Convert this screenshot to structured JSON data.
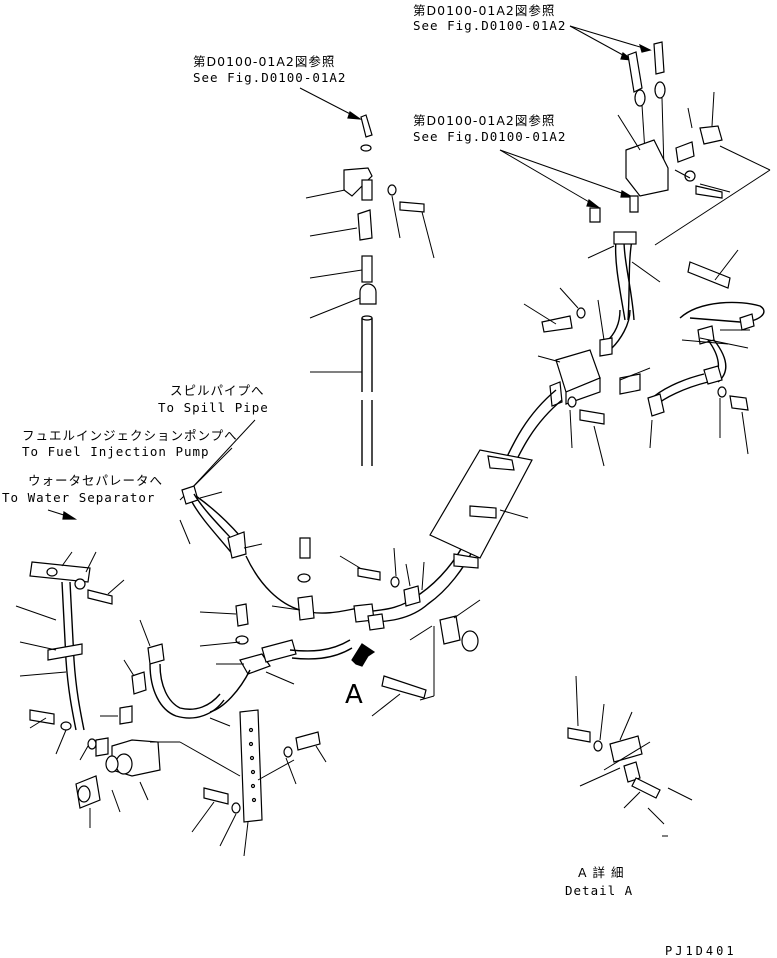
{
  "references": {
    "ref_jp": "第D0100-01A2図参照",
    "ref_en": "See Fig.D0100-01A2"
  },
  "destinations": {
    "spill_jp": "スピルパイプへ",
    "spill_en": "To Spill Pipe",
    "fuel_jp": "フュエルインジェクションポンプへ",
    "fuel_en": "To Fuel Injection Pump",
    "water_jp": "ウォータセパレータへ",
    "water_en": "To Water Separator"
  },
  "view": {
    "arrow_letter": "A",
    "detail_jp": "A 詳 細",
    "detail_en": "Detail A"
  },
  "drawing_code": "PJ1D401"
}
